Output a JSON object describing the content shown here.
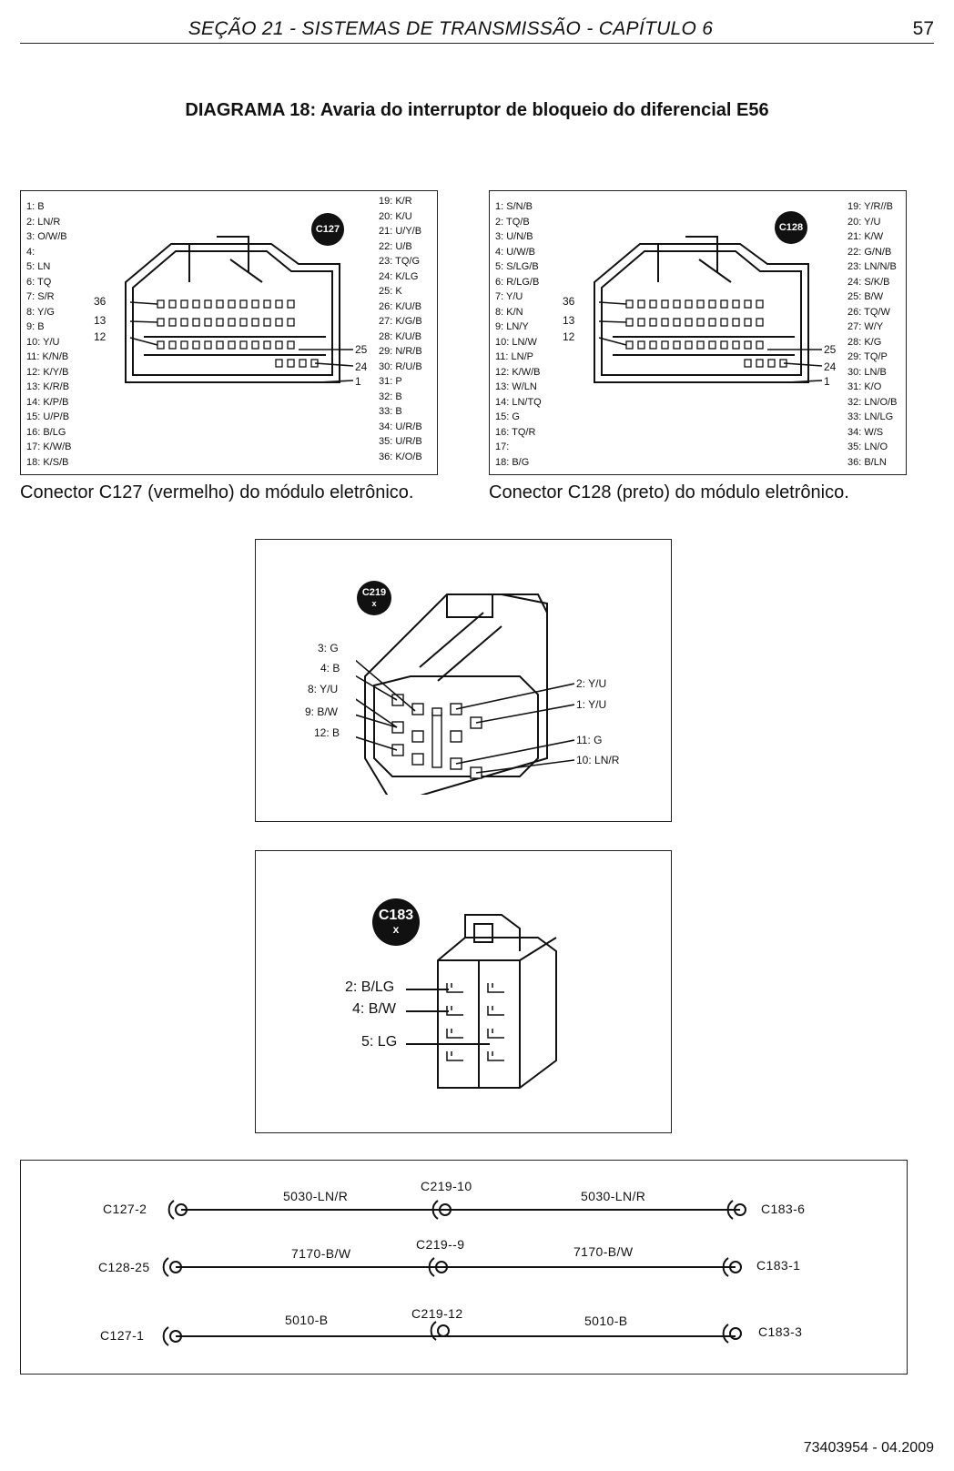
{
  "header": {
    "title": "SEÇÃO 21 - SISTEMAS DE TRANSMISSÃO - CAPÍTULO 6",
    "page_number": "57"
  },
  "diagram_title": "DIAGRAMA 18: Avaria do interruptor de bloqueio do diferencial E56",
  "c127": {
    "badge": "C127",
    "left_pins": [
      "1: B",
      "2: LN/R",
      "3: O/W/B",
      "4:",
      "5: LN",
      "6: TQ",
      "7: S/R",
      "8: Y/G",
      "9: B",
      "10: Y/U",
      "11: K/N/B",
      "12: K/Y/B",
      "13: K/R/B",
      "14: K/P/B",
      "15: U/P/B",
      "16: B/LG",
      "17: K/W/B",
      "18: K/S/B"
    ],
    "right_pins": [
      "19: K/R",
      "20: K/U",
      "21: U/Y/B",
      "22: U/B",
      "23: TQ/G",
      "24: K/LG",
      "25: K",
      "26: K/U/B",
      "27: K/G/B",
      "28: K/U/B",
      "29: N/R/B",
      "30: R/U/B",
      "31: P",
      "32: B",
      "33: B",
      "34: U/R/B",
      "35: U/R/B",
      "36: K/O/B"
    ],
    "callouts": {
      "p36": "36",
      "p13": "13",
      "p12": "12",
      "p25": "25",
      "p24": "24",
      "p1": "1"
    },
    "caption": "Conector C127 (vermelho) do módulo eletrônico."
  },
  "c128": {
    "badge": "C128",
    "left_pins": [
      "1: S/N/B",
      "2: TQ/B",
      "3: U/N/B",
      "4: U/W/B",
      "5: S/LG/B",
      "6: R/LG/B",
      "7: Y/U",
      "8: K/N",
      "9: LN/Y",
      "10: LN/W",
      "11: LN/P",
      "12: K/W/B",
      "13: W/LN",
      "14: LN/TQ",
      "15: G",
      "16: TQ/R",
      "17:",
      "18: B/G"
    ],
    "right_pins": [
      "19: Y/R//B",
      "20: Y/U",
      "21: K/W",
      "22: G/N/B",
      "23: LN/N/B",
      "24: S/K/B",
      "25: B/W",
      "26: TQ/W",
      "27: W/Y",
      "28: K/G",
      "29: TQ/P",
      "30: LN/B",
      "31: K/O",
      "32: LN/O/B",
      "33: LN/LG",
      "34: W/S",
      "35: LN/O",
      "36: B/LN"
    ],
    "callouts": {
      "p36": "36",
      "p13": "13",
      "p12": "12",
      "p25": "25",
      "p24": "24",
      "p1": "1"
    },
    "caption": "Conector C128 (preto) do módulo eletrônico."
  },
  "c219": {
    "badge": "C219",
    "badge_sub": "x",
    "left_labels": [
      "3: G",
      "4: B",
      "8: Y/U",
      "9: B/W",
      "12: B"
    ],
    "right_labels": [
      "2: Y/U",
      "1: Y/U",
      "11: G",
      "10: LN/R"
    ]
  },
  "c183": {
    "badge": "C183",
    "badge_sub": "x",
    "labels": [
      "2: B/LG",
      "4: B/W",
      "5: LG"
    ]
  },
  "wiring": [
    {
      "left": "C127-2",
      "mid": "C219-10",
      "right": "C183-6",
      "wire_left": "5030-LN/R",
      "wire_right": "5030-LN/R"
    },
    {
      "left": "C128-25",
      "mid": "C219--9",
      "right": "C183-1",
      "wire_left": "7170-B/W",
      "wire_right": "7170-B/W"
    },
    {
      "left": "C127-1",
      "mid": "C219-12",
      "right": "C183-3",
      "wire_left": "5010-B",
      "wire_right": "5010-B"
    }
  ],
  "footer": "73403954 - 04.2009"
}
